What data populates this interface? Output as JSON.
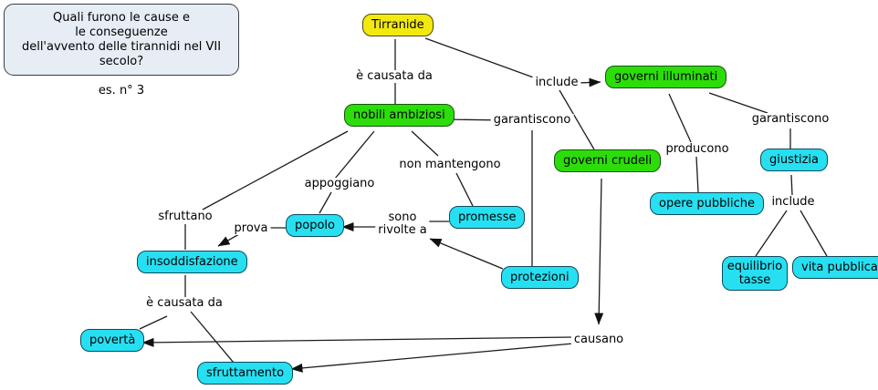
{
  "question_box": {
    "line1": "Quali furono le cause e",
    "line2": "le conseguenze",
    "line3": "dell'avvento delle tirannidi nel VII secolo?",
    "line4": "es. n° 3"
  },
  "nodes": {
    "tirranide": {
      "label": "Tirranide",
      "color": "yellow"
    },
    "nobili_ambiziosi": {
      "label": "nobili ambiziosi",
      "color": "green"
    },
    "governi_illuminati": {
      "label": "governi illuminati",
      "color": "green"
    },
    "governi_crudeli": {
      "label": "governi crudeli",
      "color": "green"
    },
    "giustizia": {
      "label": "giustizia",
      "color": "cyan"
    },
    "opere_pubbliche": {
      "label": "opere pubbliche",
      "color": "cyan"
    },
    "equilibrio_tasse": {
      "label": "equilibrio tasse",
      "color": "cyan"
    },
    "vita_pubblica": {
      "label": "vita pubblica",
      "color": "cyan"
    },
    "promesse": {
      "label": "promesse",
      "color": "cyan"
    },
    "protezioni": {
      "label": "protezioni",
      "color": "cyan"
    },
    "popolo": {
      "label": "popolo",
      "color": "cyan"
    },
    "insoddisfazione": {
      "label": "insoddisfazione",
      "color": "cyan"
    },
    "poverta": {
      "label": "povertà",
      "color": "cyan"
    },
    "sfruttamento": {
      "label": "sfruttamento",
      "color": "cyan"
    }
  },
  "links": {
    "e_causata_da_top": "è causata da",
    "include_top": "include",
    "garantiscono_left": "garantiscono",
    "garantiscono_right": "garantiscono",
    "producono": "producono",
    "non_mantengono": "non mantengono",
    "appoggiano": "appoggiano",
    "sfruttano": "sfruttano",
    "prova": "prova",
    "sono_rivolte_a": "sono\nrivolte a",
    "include_right": "include",
    "e_causata_da_bottom": "è causata da",
    "causano": "causano"
  },
  "colors": {
    "node_yellow": "#f2e90f",
    "node_green": "#2cdd0a",
    "node_cyan": "#26e0f2",
    "question_fill": "#e6edf4",
    "line": "#1c1c1c",
    "background": "#ffffff"
  }
}
